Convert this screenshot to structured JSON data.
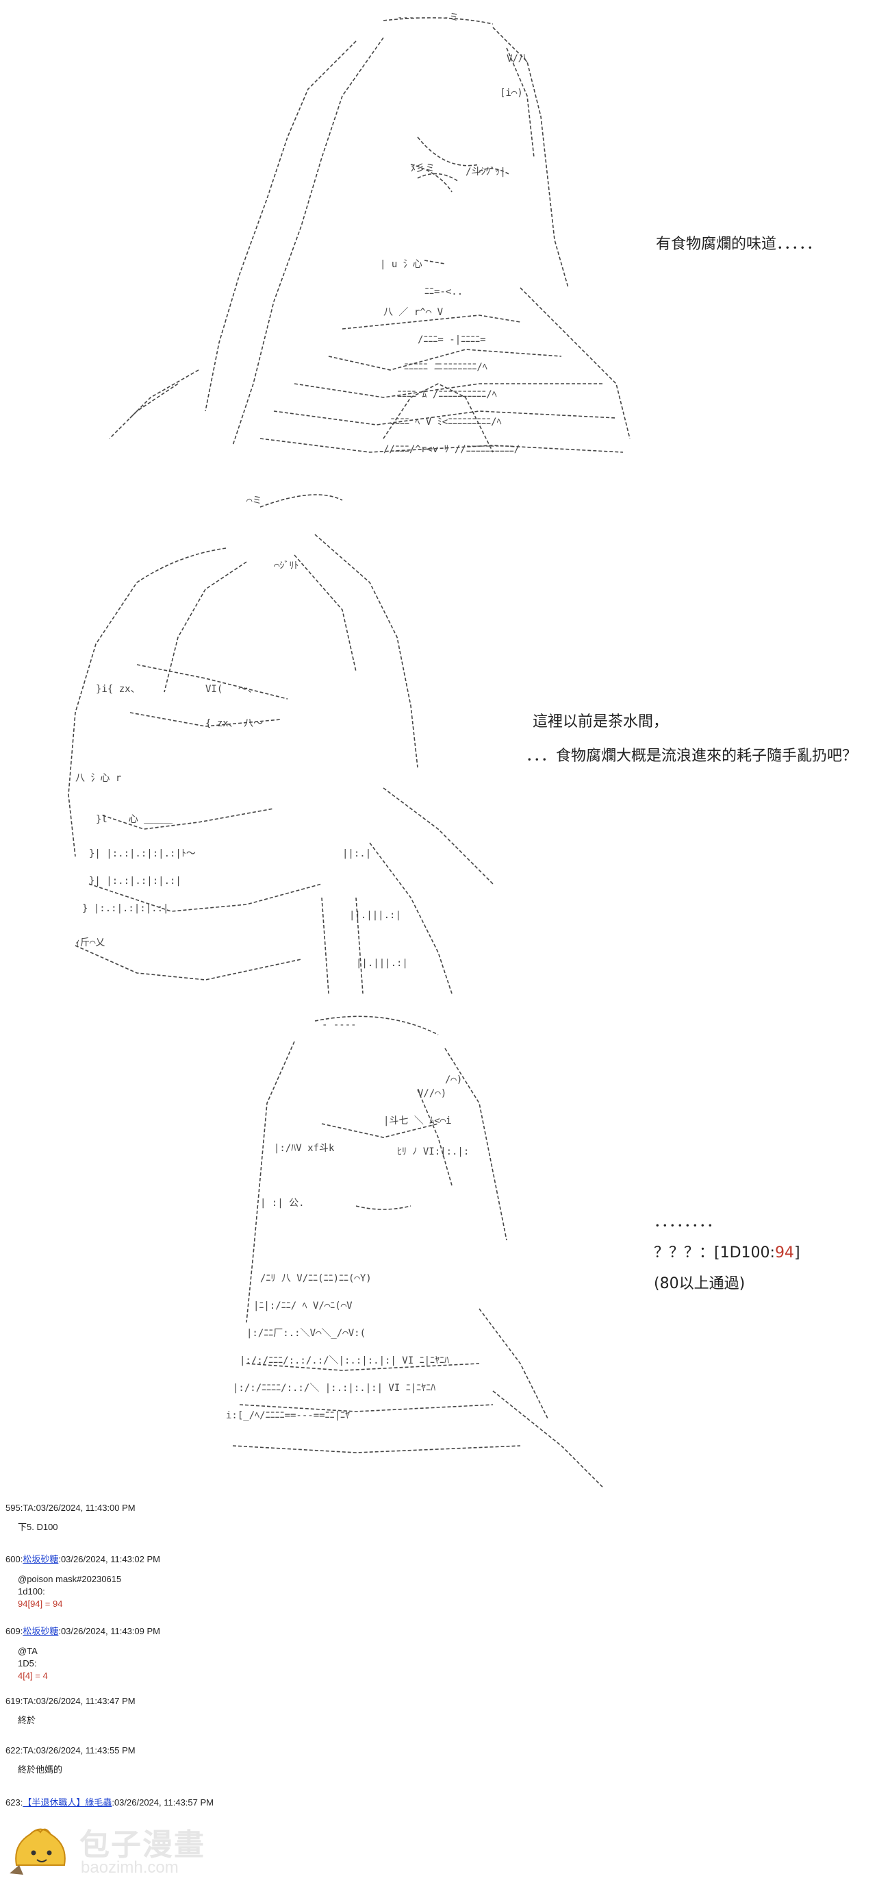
{
  "panels": [
    {
      "caption": "有食物腐爛的味道．．．．．"
    },
    {
      "caption_lines": [
        "這裡以前是茶水間，",
        "．．．食物腐爛大概是流浪進來的耗子隨手亂扔吧？"
      ]
    },
    {
      "caption_lines": [
        "．．．．．．．．",
        "？？？：[1D100:",
        "94",
        "]",
        "(80以上通過)"
      ]
    }
  ],
  "log": {
    "posts": [
      {
        "num": "595:",
        "name": "TA",
        "date": ":03/26/2024, 11:43:00 PM",
        "lines": [
          "下5. D100"
        ]
      },
      {
        "num": "600:",
        "name": "松坂砂糖",
        "date": ":03/26/2024, 11:43:02 PM",
        "lines": [
          "@poison mask#20230615",
          "1d100:"
        ],
        "roll": "94[94] = 94"
      },
      {
        "num": "609:",
        "name": "松坂砂糖",
        "date": ":03/26/2024, 11:43:09 PM",
        "lines": [
          "@TA",
          "1D5:"
        ],
        "roll": "4[4] = 4"
      },
      {
        "num": "619:",
        "name": "TA",
        "date": ":03/26/2024, 11:43:47 PM",
        "lines": [
          "終於"
        ]
      },
      {
        "num": "622:",
        "name": "TA",
        "date": ":03/26/2024, 11:43:55 PM",
        "lines": [
          "終於他媽的"
        ]
      },
      {
        "num": "623:",
        "name": "【半退休職人】綠毛蟲",
        "date": ":03/26/2024, 11:43:57 PM",
        "lines": []
      }
    ]
  },
  "watermark": {
    "name_cn": "包子漫畫",
    "domain": "baozimh.com"
  },
  "colors": {
    "link": "#1a3fd1",
    "roll": "#c0392b",
    "ink": "#222222"
  }
}
